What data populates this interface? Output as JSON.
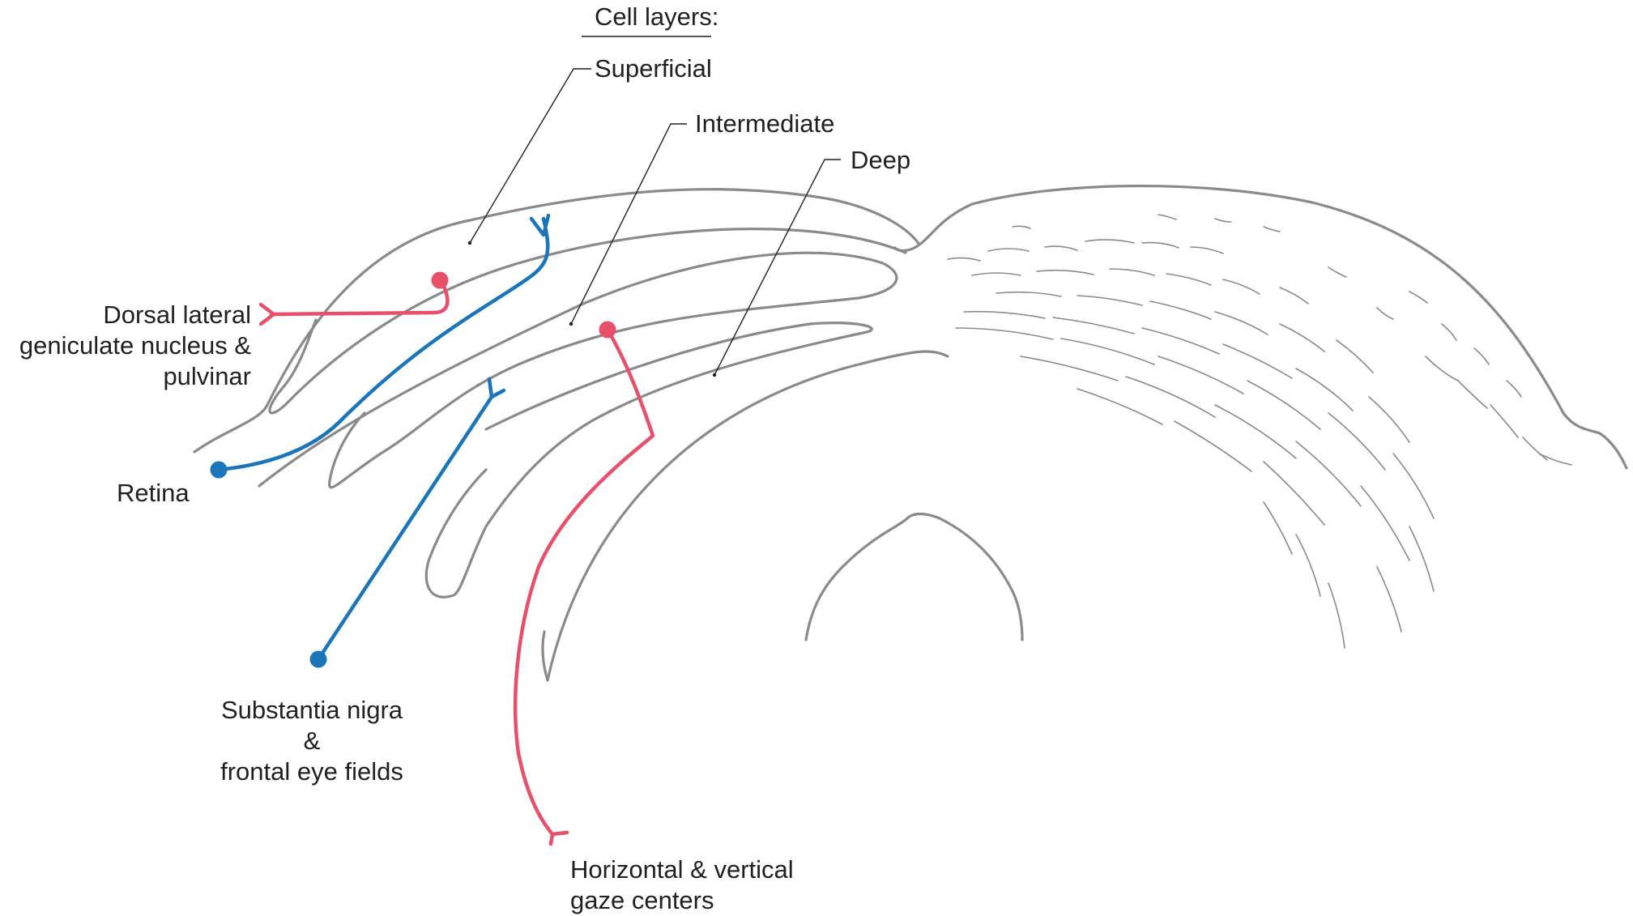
{
  "heading": "Cell layers:",
  "layers": {
    "superficial": "Superficial",
    "intermediate": "Intermediate",
    "deep": "Deep"
  },
  "inputs": {
    "dlgn": [
      "Dorsal lateral",
      "geniculate nucleus &",
      "pulvinar"
    ],
    "retina": "Retina",
    "substantia": [
      "Substantia nigra",
      "&",
      "frontal eye fields"
    ]
  },
  "outputs": {
    "gaze": [
      "Horizontal & vertical",
      "gaze centers"
    ]
  },
  "colors": {
    "red_pathway": "#e8506a",
    "blue_pathway": "#1a75bb",
    "outline": "#8a8a8a",
    "text": "#231f20"
  }
}
